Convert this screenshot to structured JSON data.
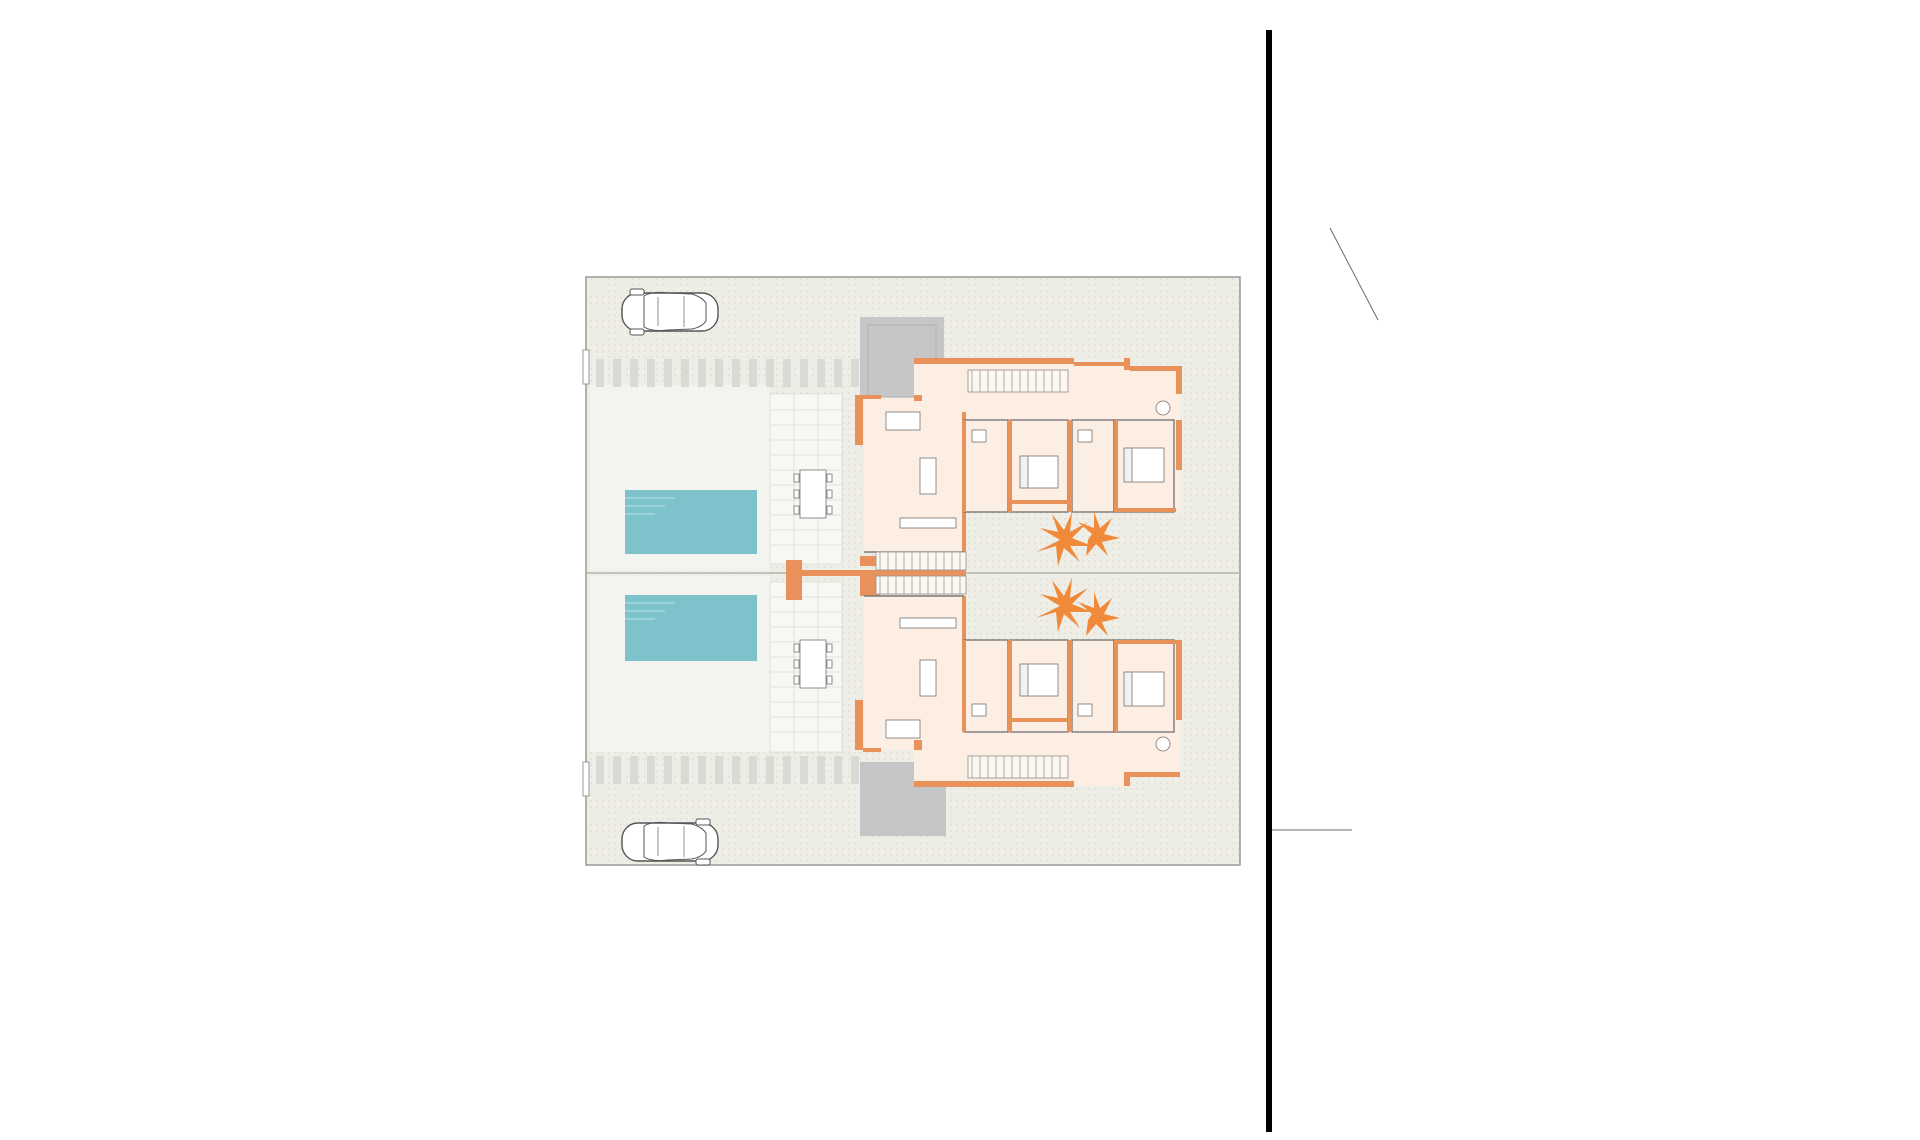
{
  "colors": {
    "background": "#ffffff",
    "lot_fill": "#eeede6",
    "lot_border": "#9a9a96",
    "terrace_fill": "#f3f3ef",
    "interior_fill": "#fdeee4",
    "wall": "#e8915a",
    "wall_dark": "#c96a33",
    "pool": "#7ec3cc",
    "paving_stripe": "#d9d9d6",
    "shed": "#c6c6c6",
    "palm": "#f08a3a",
    "furniture_line": "#8c8c8c",
    "boundary_line": "#000000",
    "annotation_line": "#6b6b6b"
  },
  "icons": {
    "car": "car-icon",
    "palm": "palm-tree-icon",
    "pool": "swimming-pool",
    "bed": "bed-icon",
    "table": "dining-table",
    "sofa": "sofa-icon",
    "stairs": "staircase",
    "washbasin": "washbasin-icon"
  },
  "units": [
    {
      "name": "upper-dwelling",
      "pool": true,
      "parking_spaces": 1,
      "bedrooms": 2,
      "bathrooms": 2
    },
    {
      "name": "lower-dwelling",
      "pool": true,
      "parking_spaces": 1,
      "bedrooms": 2,
      "bathrooms": 2
    }
  ]
}
